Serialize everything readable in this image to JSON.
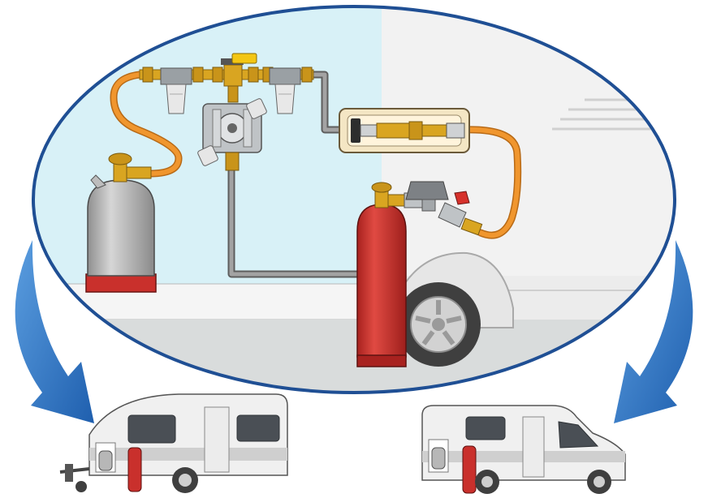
{
  "diagram": {
    "title": "",
    "labels": []
  },
  "palette": {
    "bubble_border": "#1f4f94",
    "wall_blue": "#d8f1f7",
    "caravan_body": "#f0f0f0",
    "gas_hose": "#f0962e",
    "steel_pipe": "#8c8c8c",
    "brass": "#d9a521",
    "red_cylinder": "#c9302c",
    "grey_cylinder": "#b7b7b7",
    "arrow_blue": "#2e74c4"
  },
  "components": [
    {
      "name": "grey-gas-cylinder",
      "icon": "gas-cylinder-icon"
    },
    {
      "name": "red-gas-cylinder",
      "icon": "gas-cylinder-icon"
    },
    {
      "name": "changeover-regulator",
      "icon": "regulator-icon"
    },
    {
      "name": "gas-filter",
      "icon": "filter-icon"
    },
    {
      "name": "external-gas-connection",
      "icon": "connector-icon"
    },
    {
      "name": "pressure-regulator",
      "icon": "regulator-icon"
    }
  ],
  "vehicles": [
    {
      "name": "caravan",
      "icon": "caravan-icon"
    },
    {
      "name": "motorhome",
      "icon": "motorhome-icon"
    }
  ]
}
